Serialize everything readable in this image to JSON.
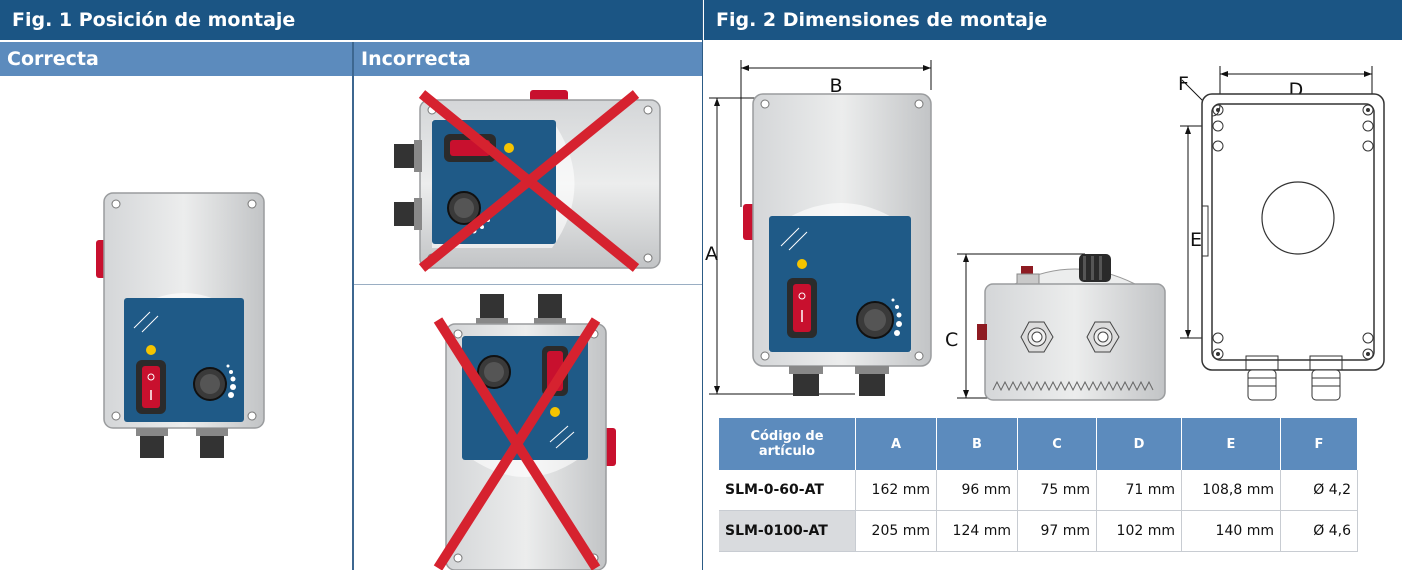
{
  "fig1": {
    "title": "Fig. 1 Posición de montaje",
    "correct_label": "Correcta",
    "incorrect_label": "Incorrecta"
  },
  "fig2": {
    "title": "Fig. 2 Dimensiones de montaje",
    "dim_labels": {
      "a": "A",
      "b": "B",
      "c": "C",
      "d": "D",
      "e": "E",
      "f": "F"
    },
    "table": {
      "headers": [
        "Código de artículo",
        "A",
        "B",
        "C",
        "D",
        "E",
        "F"
      ],
      "rows": [
        [
          "SLM-0-60-AT",
          "162 mm",
          "96 mm",
          "75 mm",
          "71 mm",
          "108,8 mm",
          "Ø 4,2"
        ],
        [
          "SLM-0100-AT",
          "205 mm",
          "124 mm",
          "97 mm",
          "102 mm",
          "140 mm",
          "Ø 4,6"
        ]
      ]
    }
  },
  "colors": {
    "header_bg": "#1b5584",
    "subheader_bg": "#5c8bbd",
    "panel_blue": "#1f5a87",
    "switch_red": "#c8102e",
    "cross_red": "#d6222f",
    "led_yellow": "#f5c400"
  }
}
